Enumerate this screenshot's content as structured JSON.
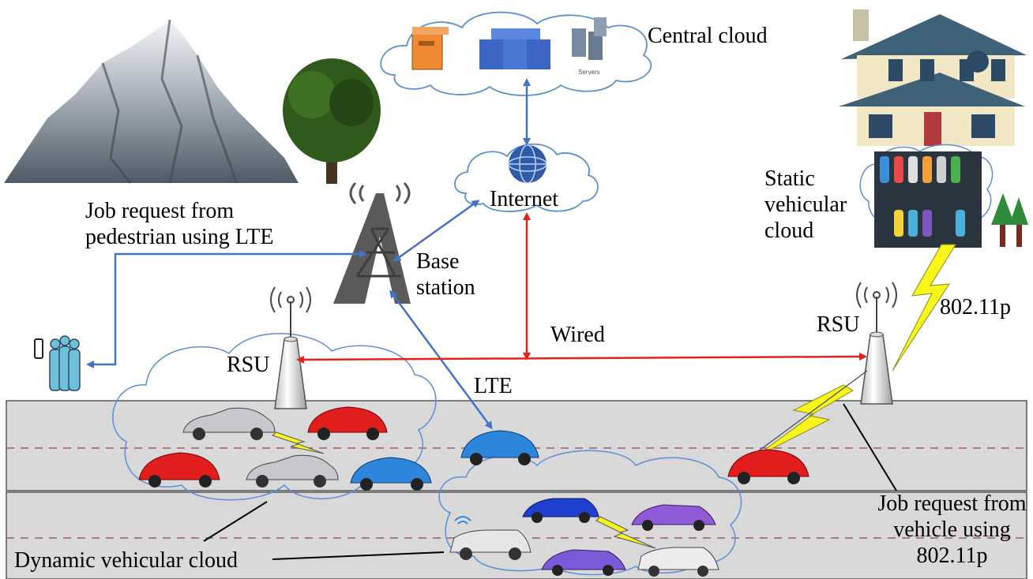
{
  "labels": {
    "central_cloud": "Central cloud",
    "servers": "Servers",
    "internet": "Internet",
    "base_station": "Base station",
    "job_request_pedestrian": "Job request from pedestrian using LTE",
    "rsu_left": "RSU",
    "rsu_right": "RSU",
    "wired": "Wired",
    "lte": "LTE",
    "static_vehicular_cloud": "Static vehicular cloud",
    "ieee_802_11p": "802.11p",
    "job_request_vehicle": "Job request from vehicle using 802.11p",
    "dynamic_vehicular_cloud": "Dynamic vehicular cloud"
  },
  "colors": {
    "blue_link": "#4472c4",
    "red_link": "#e8201a",
    "wireless_bolt": "#f7f51a",
    "road": "#d9d9d9",
    "cloud_outline": "#5b8fd6"
  }
}
